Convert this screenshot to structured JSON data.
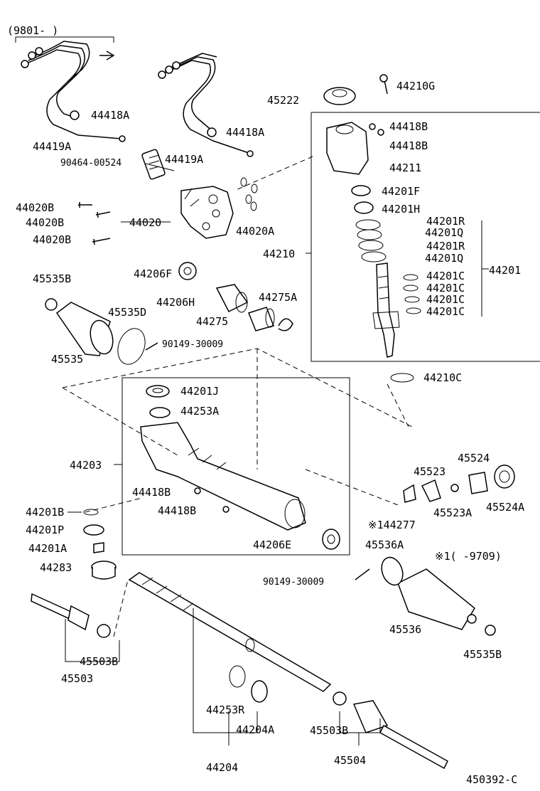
{
  "header": {
    "range_label": "(9801-      )"
  },
  "footnote": {
    "text": "※1(      -9709)"
  },
  "diagram_code": "450392-C",
  "labels": [
    "44418A",
    "44419A",
    "44418A",
    "44419A",
    "90464-00524",
    "45222",
    "44210G",
    "44418B",
    "44418B",
    "44211",
    "44201F",
    "44201H",
    "44201R",
    "44201Q",
    "44201R",
    "44201Q",
    "44201C",
    "44201C",
    "44201C",
    "44201C",
    "44201",
    "44210",
    "44020B",
    "44020B",
    "44020B",
    "44020",
    "44020A",
    "45535B",
    "44206F",
    "45535D",
    "44206H",
    "44275A",
    "44275",
    "90149-30009",
    "45535",
    "44210C",
    "44201J",
    "44253A",
    "44203",
    "45524",
    "45523",
    "44418B",
    "45523A",
    "45524A",
    "44418B",
    "※144277",
    "44201B",
    "44201P",
    "44201A",
    "44206E",
    "45536A",
    "44283",
    "90149-30009",
    "45536",
    "45503B",
    "45535B",
    "45503",
    "44253R",
    "44204A",
    "45503B",
    "44204",
    "45504"
  ]
}
